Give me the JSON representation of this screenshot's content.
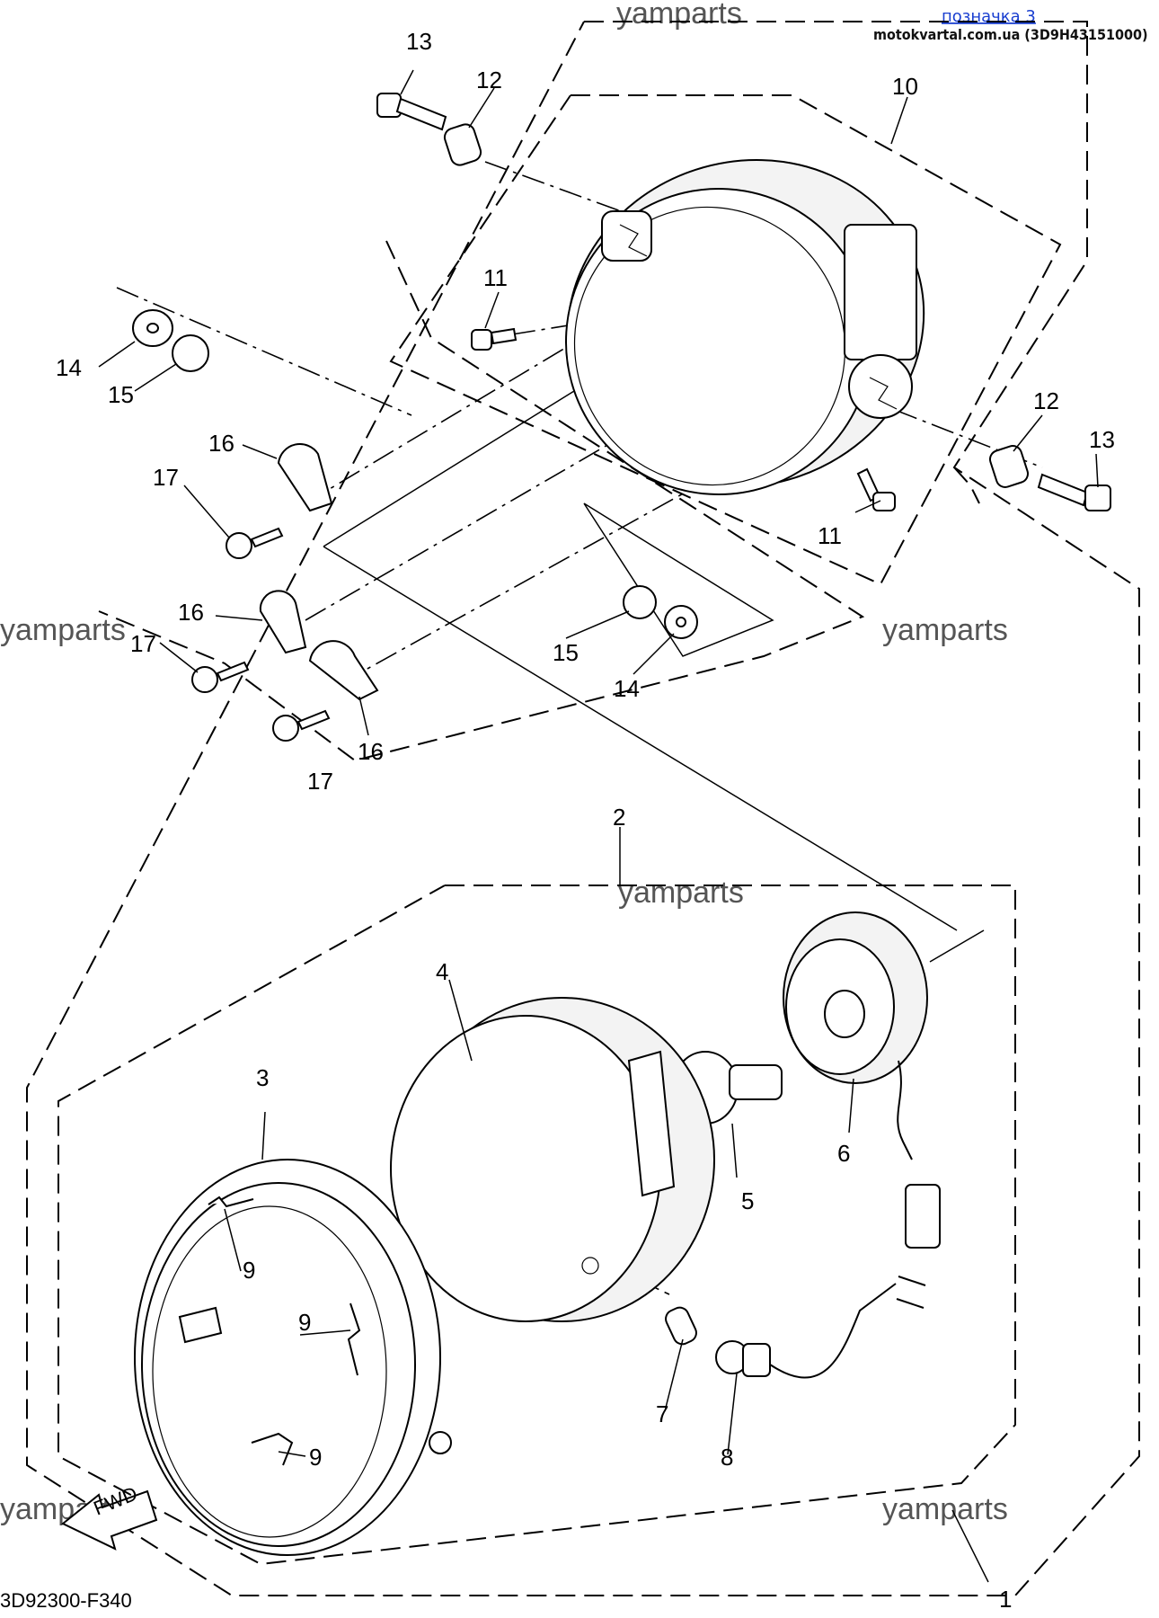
{
  "header": {
    "link_text": "позначка 3",
    "site_text": "motokvartal.com.ua (3D9H43151000)"
  },
  "watermark": "yamparts",
  "diagram_code": "3D92300-F340",
  "fwd_label": "FWD",
  "callouts": {
    "c1": "1",
    "c2": "2",
    "c3": "3",
    "c4": "4",
    "c5": "5",
    "c6": "6",
    "c7": "7",
    "c8": "8",
    "c9a": "9",
    "c9b": "9",
    "c9c": "9",
    "c10": "10",
    "c11a": "11",
    "c11b": "11",
    "c12a": "12",
    "c12b": "12",
    "c13a": "13",
    "c13b": "13",
    "c14a": "14",
    "c14b": "14",
    "c15a": "15",
    "c15b": "15",
    "c16a": "16",
    "c16b": "16",
    "c16c": "16",
    "c17a": "17",
    "c17b": "17",
    "c17c": "17"
  }
}
